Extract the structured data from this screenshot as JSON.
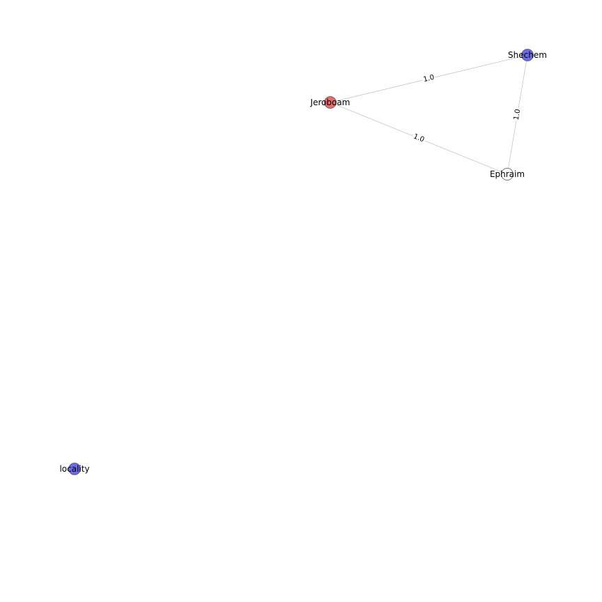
{
  "graph": {
    "nodes": [
      {
        "id": "jeroboam",
        "label": "Jeroboam",
        "color": "#e86a6a"
      },
      {
        "id": "shechem",
        "label": "Shechem",
        "color": "#6b6be8"
      },
      {
        "id": "ephraim",
        "label": "Ephraim",
        "color": "#ffffff"
      },
      {
        "id": "locality",
        "label": "locality",
        "color": "#6b6be8"
      }
    ],
    "edges": [
      {
        "from": "jeroboam",
        "to": "shechem",
        "label": "1.0"
      },
      {
        "from": "jeroboam",
        "to": "ephraim",
        "label": "1.0"
      },
      {
        "from": "shechem",
        "to": "ephraim",
        "label": "1.0"
      }
    ]
  }
}
